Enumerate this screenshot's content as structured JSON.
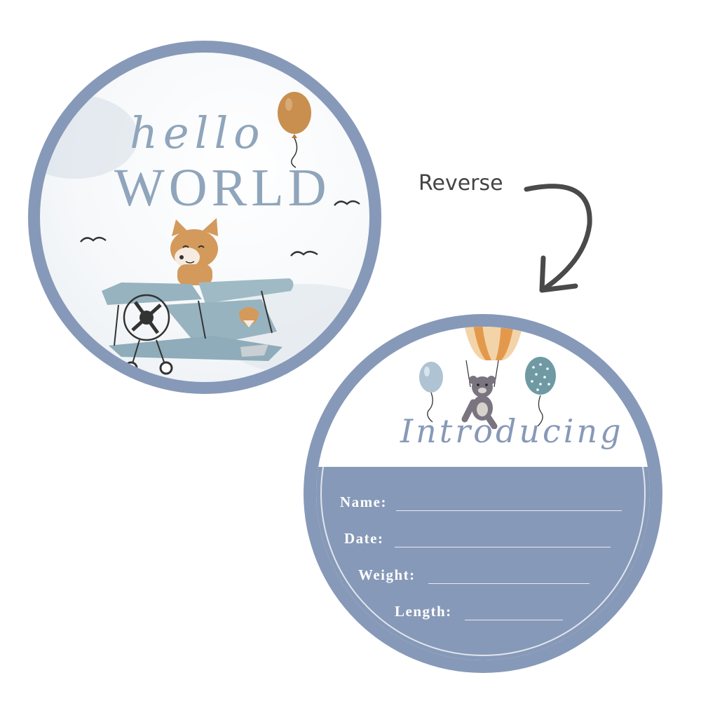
{
  "front": {
    "hello": "hello",
    "world": "WORLD"
  },
  "back": {
    "heading": "Introducing",
    "fields": [
      {
        "label": "Name:"
      },
      {
        "label": "Date:"
      },
      {
        "label": "Weight:"
      },
      {
        "label": "Length:"
      }
    ]
  },
  "callout": {
    "label": "Reverse"
  },
  "colors": {
    "card_blue": "#8799b8",
    "text_blue": "#8fa5bb",
    "plane_blue": "#97b3bf",
    "balloon_orange": "#c98f4f",
    "fox_orange": "#d39a5c",
    "bear_gray": "#7a7480",
    "arrow_gray": "#4a4a4a"
  }
}
